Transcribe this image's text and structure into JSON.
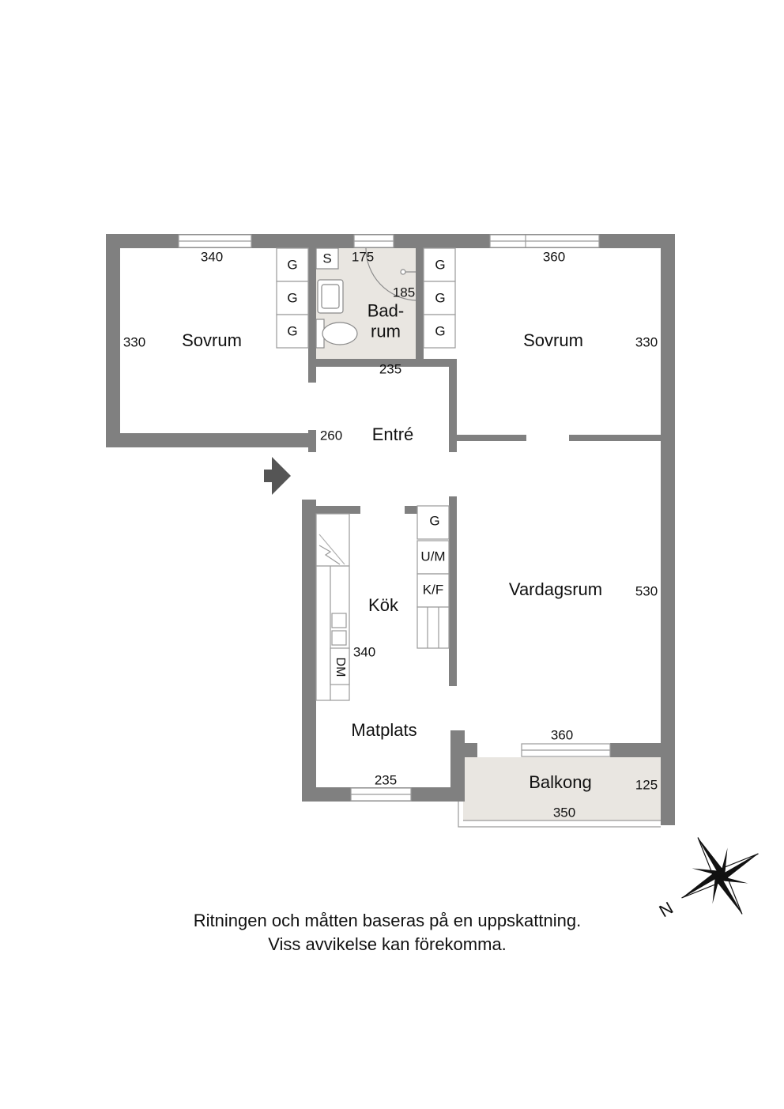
{
  "rooms": {
    "sovrum_left": "Sovrum",
    "badrum_line1": "Bad-",
    "badrum_line2": "rum",
    "sovrum_right": "Sovrum",
    "entre": "Entré",
    "kok": "Kök",
    "vardagsrum": "Vardagsrum",
    "matplats": "Matplats",
    "balkong": "Balkong"
  },
  "dimensions": {
    "sovrum_left_width": "340",
    "sovrum_left_depth": "330",
    "bad_width_top": "175",
    "bad_depth": "185",
    "bad_width_bottom": "235",
    "sovrum_right_width": "360",
    "sovrum_right_depth": "330",
    "entre_depth": "260",
    "kok_length": "340",
    "vardagsrum_depth": "530",
    "vardagsrum_width": "360",
    "matplats_width": "235",
    "balkong_depth": "125",
    "balkong_width": "350"
  },
  "fixtures": {
    "wardrobe": "G",
    "shower": "S",
    "washer_dryer": "U/M",
    "fridge_freezer": "K/F",
    "dishwasher": "DM"
  },
  "disclaimer": {
    "line1": "Ritningen och måtten baseras på en uppskattning.",
    "line2": "Viss avvikelse kan förekomma."
  },
  "compass": {
    "north": "N"
  },
  "colors": {
    "wall": "#808080",
    "wet_floor": "#e9e6e1",
    "line": "#9a9a9a"
  }
}
